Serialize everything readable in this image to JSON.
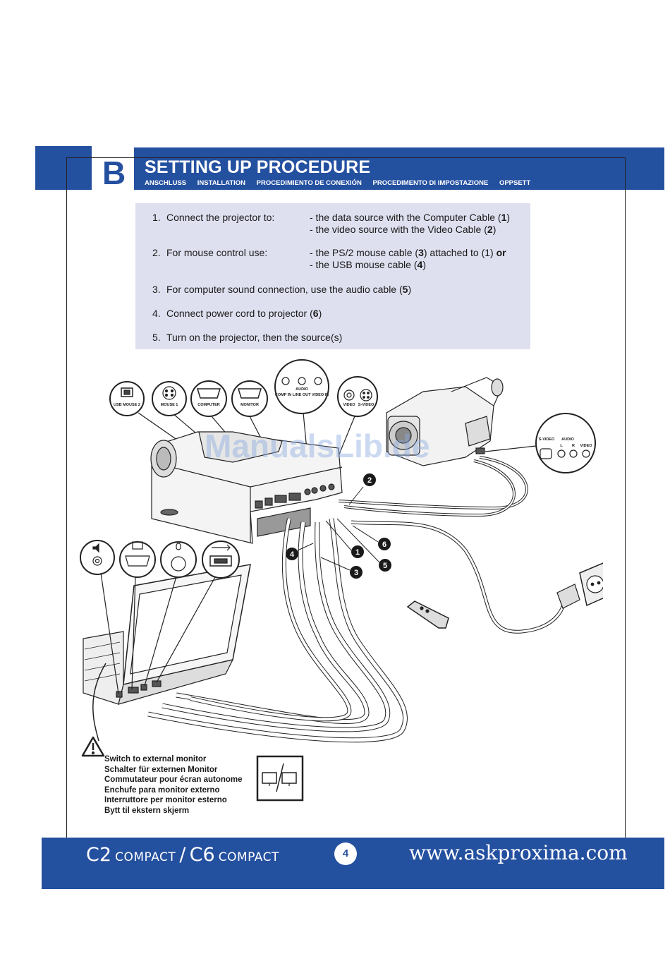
{
  "header": {
    "letter": "B",
    "title": "SETTING UP PROCEDURE",
    "subtitles": [
      "ANSCHLUSS",
      "INSTALLATION",
      "PROCEDIMIENTO DE CONEXIÓN",
      "PROCEDIMENTO DI IMPOSTAZIONE",
      "OPPSETT"
    ]
  },
  "steps": [
    {
      "num": "1.",
      "text": "Connect the projector to:",
      "details": [
        {
          "pre": "- the data source with the Computer Cable (",
          "bold": "1",
          "post": ")",
          "bold2": ""
        },
        {
          "pre": "- the video source with the Video Cable (",
          "bold": "2",
          "post": ")",
          "bold2": ""
        }
      ]
    },
    {
      "num": "2.",
      "text": "For mouse control use:",
      "details": [
        {
          "pre": "- the PS/2 mouse cable (",
          "bold": "3",
          "post": ") attached to (1) ",
          "bold2": "or"
        },
        {
          "pre": "- the USB mouse cable (",
          "bold": "4",
          "post": ")",
          "bold2": ""
        }
      ]
    },
    {
      "num": "3.",
      "text_pre": "For computer sound connection, use the audio cable (",
      "bold": "5",
      "text_post": ")"
    },
    {
      "num": "4.",
      "text_pre": "Connect power cord to projector (",
      "bold": "6",
      "text_post": ")"
    },
    {
      "num": "5.",
      "text": "Turn on the projector, then the source(s)"
    }
  ],
  "ports": {
    "usb_mouse2": "USB MOUSE 2",
    "mouse1": "MOUSE 1",
    "computer": "COMPUTER",
    "monitor": "MONITOR",
    "audio_title": "AUDIO",
    "audio_labels": "COMP IN  LINE OUT  VIDEO IN",
    "video": "VIDEO",
    "svideo": "S-VIDEO",
    "cam_svideo": "S-VIDEO",
    "cam_audio": "AUDIO",
    "cam_l": "L",
    "cam_r": "R",
    "cam_video": "VIDEO"
  },
  "callouts": [
    "1",
    "2",
    "3",
    "4",
    "5",
    "6"
  ],
  "warning_lines": [
    "Switch to external monitor",
    "Schalter für externen Monitor",
    "Commutateur pour écran autonome",
    "Enchufe para monitor externo",
    "Interruttore per monitor esterno",
    "Bytt til ekstern skjerm"
  ],
  "watermark": "ManualsLib.de",
  "footer": {
    "model_c2": "C2",
    "compact1": "COMPACT",
    "slash": "/",
    "model_c6": "C6",
    "compact2": "COMPACT",
    "page": "4",
    "website": "www.askproxima.com"
  },
  "colors": {
    "brand_blue": "#2450a0",
    "panel": "#dfe0ef"
  }
}
